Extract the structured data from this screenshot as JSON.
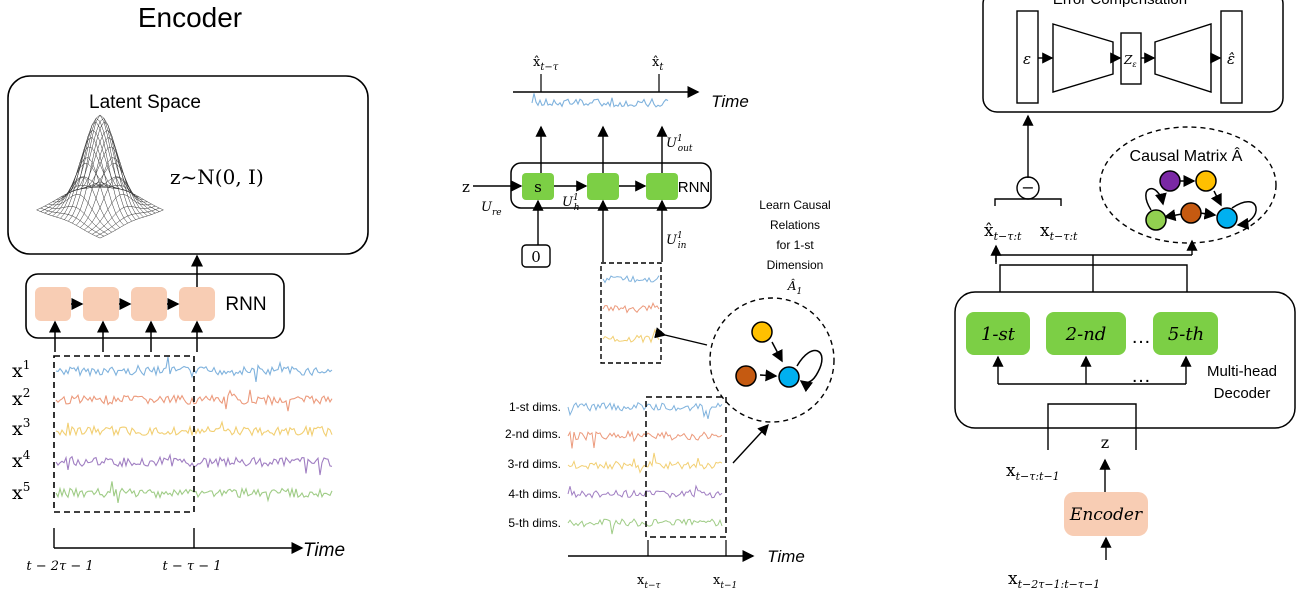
{
  "colors": {
    "blue": "#7fb2dd",
    "orange": "#ec9a7c",
    "yellow": "#f2cf72",
    "purple": "#a07ec2",
    "green": "#9fcc86",
    "rnn_cell": "#f8cdb4",
    "decoder_head": "#7ccf45",
    "node_purple": "#7a28a4",
    "node_yellow": "#ffc000",
    "node_orange": "#c55a11",
    "node_green": "#92d050",
    "node_blue": "#00b0f0"
  },
  "encoder": {
    "title": "Encoder",
    "latent_title": "Latent Space",
    "latent_formula": "z~N(0, I)",
    "rnn_label": "RNN",
    "series": [
      "x",
      "x",
      "x",
      "x",
      "x"
    ],
    "series_sup": [
      "1",
      "2",
      "3",
      "4",
      "5"
    ],
    "tick1": "t − 2τ − 1",
    "tick2": "t − τ − 1",
    "time_label": "Time"
  },
  "middle": {
    "top_label_1": "x̂",
    "top_label_1_sub": "t−τ",
    "top_label_2": "x̂",
    "top_label_2_sub": "t",
    "time_label": "Time",
    "u_out": "U",
    "u_out_sup": "1",
    "u_out_sub": "out",
    "z_label": "z",
    "u_re": "U",
    "u_re_sub": "re",
    "cell_s": "s",
    "u_h": "U",
    "u_h_sup": "1",
    "u_h_sub": "h",
    "rnn_label": "RNN",
    "u_in": "U",
    "u_in_sup": "1",
    "u_in_sub": "in",
    "zero": "0",
    "learn_lines": [
      "Learn Causal",
      "Relations",
      "for 1-st",
      "Dimension"
    ],
    "learn_a": "Â",
    "learn_a_sub": "1",
    "dims": [
      "1-st dims.",
      "2-nd dims.",
      "3-rd dims.",
      "4-th dims.",
      "5-th dims."
    ],
    "bottom_x1": "x",
    "bottom_x1_sub": "t−τ",
    "bottom_x2": "x",
    "bottom_x2_sub": "t−1",
    "bottom_time": "Time"
  },
  "right": {
    "error_title": "Error Compensation",
    "eps": "ε",
    "z_eps": "Z",
    "z_eps_sub": "ε",
    "eps_hat": "ε̂",
    "minus": "−",
    "xhat_label": "x̂",
    "xhat_sub": "t−τ:t",
    "x_label": "x",
    "x_sub": "t−τ:t",
    "causal_title": "Causal Matrix Â",
    "heads": [
      "1-st",
      "2-nd",
      "5-th"
    ],
    "dots": "…",
    "decoder_title_1": "Multi-head",
    "decoder_title_2": "Decoder",
    "input_x": "x",
    "input_x_sub": "t−τ:t−1",
    "input_z": "z",
    "encoder_label": "Encoder",
    "bottom_x": "x",
    "bottom_x_sub": "t−2τ−1:t−τ−1"
  }
}
